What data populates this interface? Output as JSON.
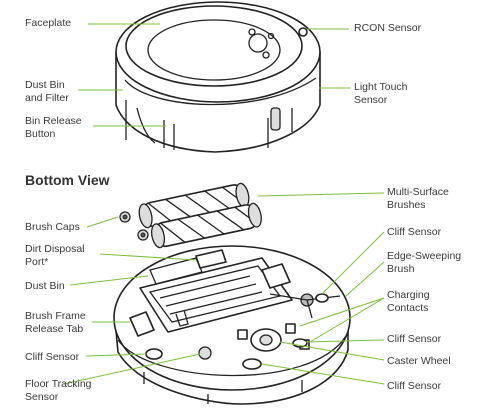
{
  "section_title": "Bottom View",
  "top_labels": {
    "faceplate": "Faceplate",
    "dust_bin_filter": [
      "Dust Bin",
      "and Filter"
    ],
    "bin_release": [
      "Bin Release",
      "Button"
    ],
    "rcon_sensor": "RCON Sensor",
    "light_touch": [
      "Light Touch",
      "Sensor"
    ]
  },
  "bottom_labels": {
    "brush_caps": "Brush Caps",
    "dirt_disposal": [
      "Dirt Disposal",
      "Port*"
    ],
    "dust_bin": "Dust Bin",
    "brush_frame": [
      "Brush Frame",
      "Release Tab"
    ],
    "cliff_sensor_left": "Cliff Sensor",
    "floor_tracking": [
      "Floor Tracking",
      "Sensor"
    ],
    "multi_surface": [
      "Multi-Surface",
      "Brushes"
    ],
    "cliff_sensor_top_right": "Cliff Sensor",
    "edge_sweeping": [
      "Edge-Sweeping",
      "Brush"
    ],
    "charging_contacts": [
      "Charging",
      "Contacts"
    ],
    "cliff_sensor_mid_right": "Cliff Sensor",
    "caster_wheel": "Caster Wheel",
    "cliff_sensor_bottom_right": "Cliff Sensor"
  }
}
